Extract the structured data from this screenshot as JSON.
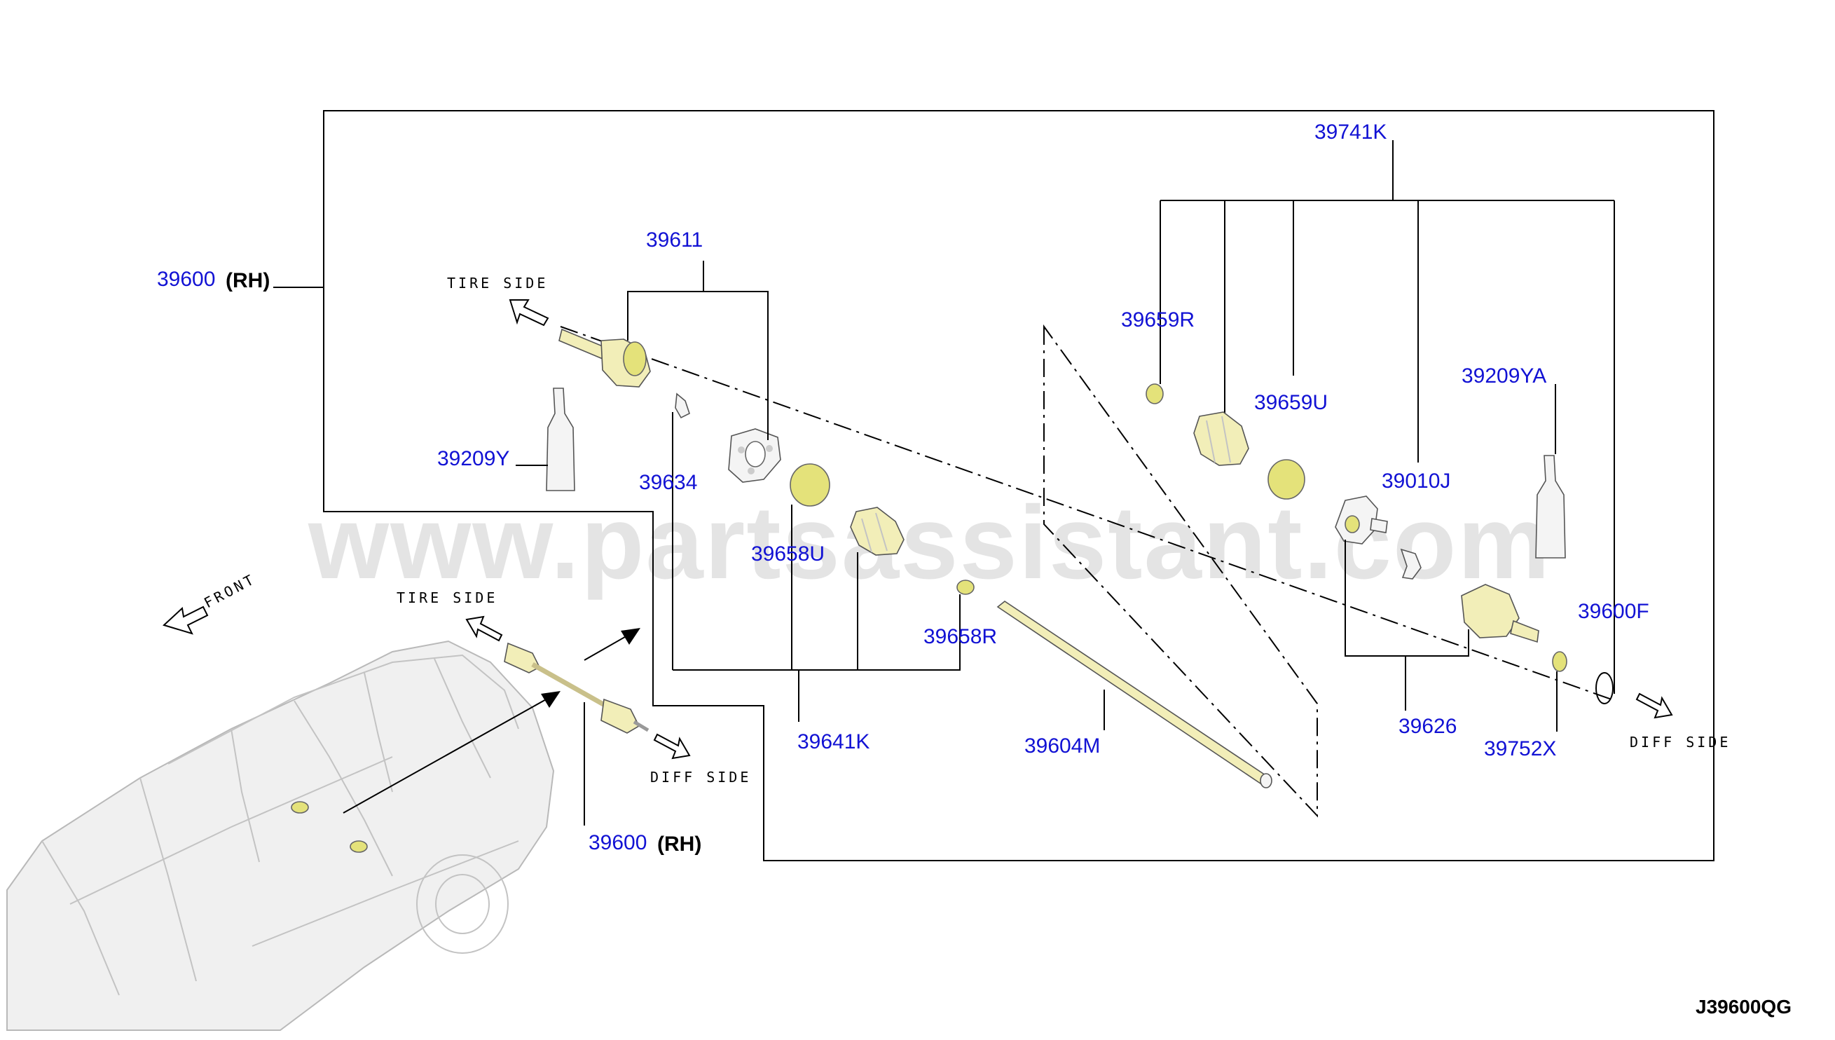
{
  "diagram": {
    "part_labels": {
      "p39600_main": "39600",
      "p39600_inset": "39600",
      "p39611": "39611",
      "p39209Y": "39209Y",
      "p39634": "39634",
      "p39658U": "39658U",
      "p39658R": "39658R",
      "p39641K": "39641K",
      "p39604M": "39604M",
      "p39741K": "39741K",
      "p39659R": "39659R",
      "p39659U": "39659U",
      "p39209YA": "39209YA",
      "p39010J": "39010J",
      "p39600F": "39600F",
      "p39626": "39626",
      "p39752X": "39752X"
    },
    "side_qualifiers": {
      "main": "(RH)",
      "inset": "(RH)"
    },
    "direction_labels": {
      "tire_side": "TIRE SIDE",
      "diff_side": "DIFF SIDE",
      "front": "FRONT"
    },
    "diagram_code": "J39600QG",
    "watermark": "www.partsassistant.com",
    "colors": {
      "part_number": "#1212d4",
      "part_fill": "#f2eeb8",
      "line": "#000000"
    }
  }
}
